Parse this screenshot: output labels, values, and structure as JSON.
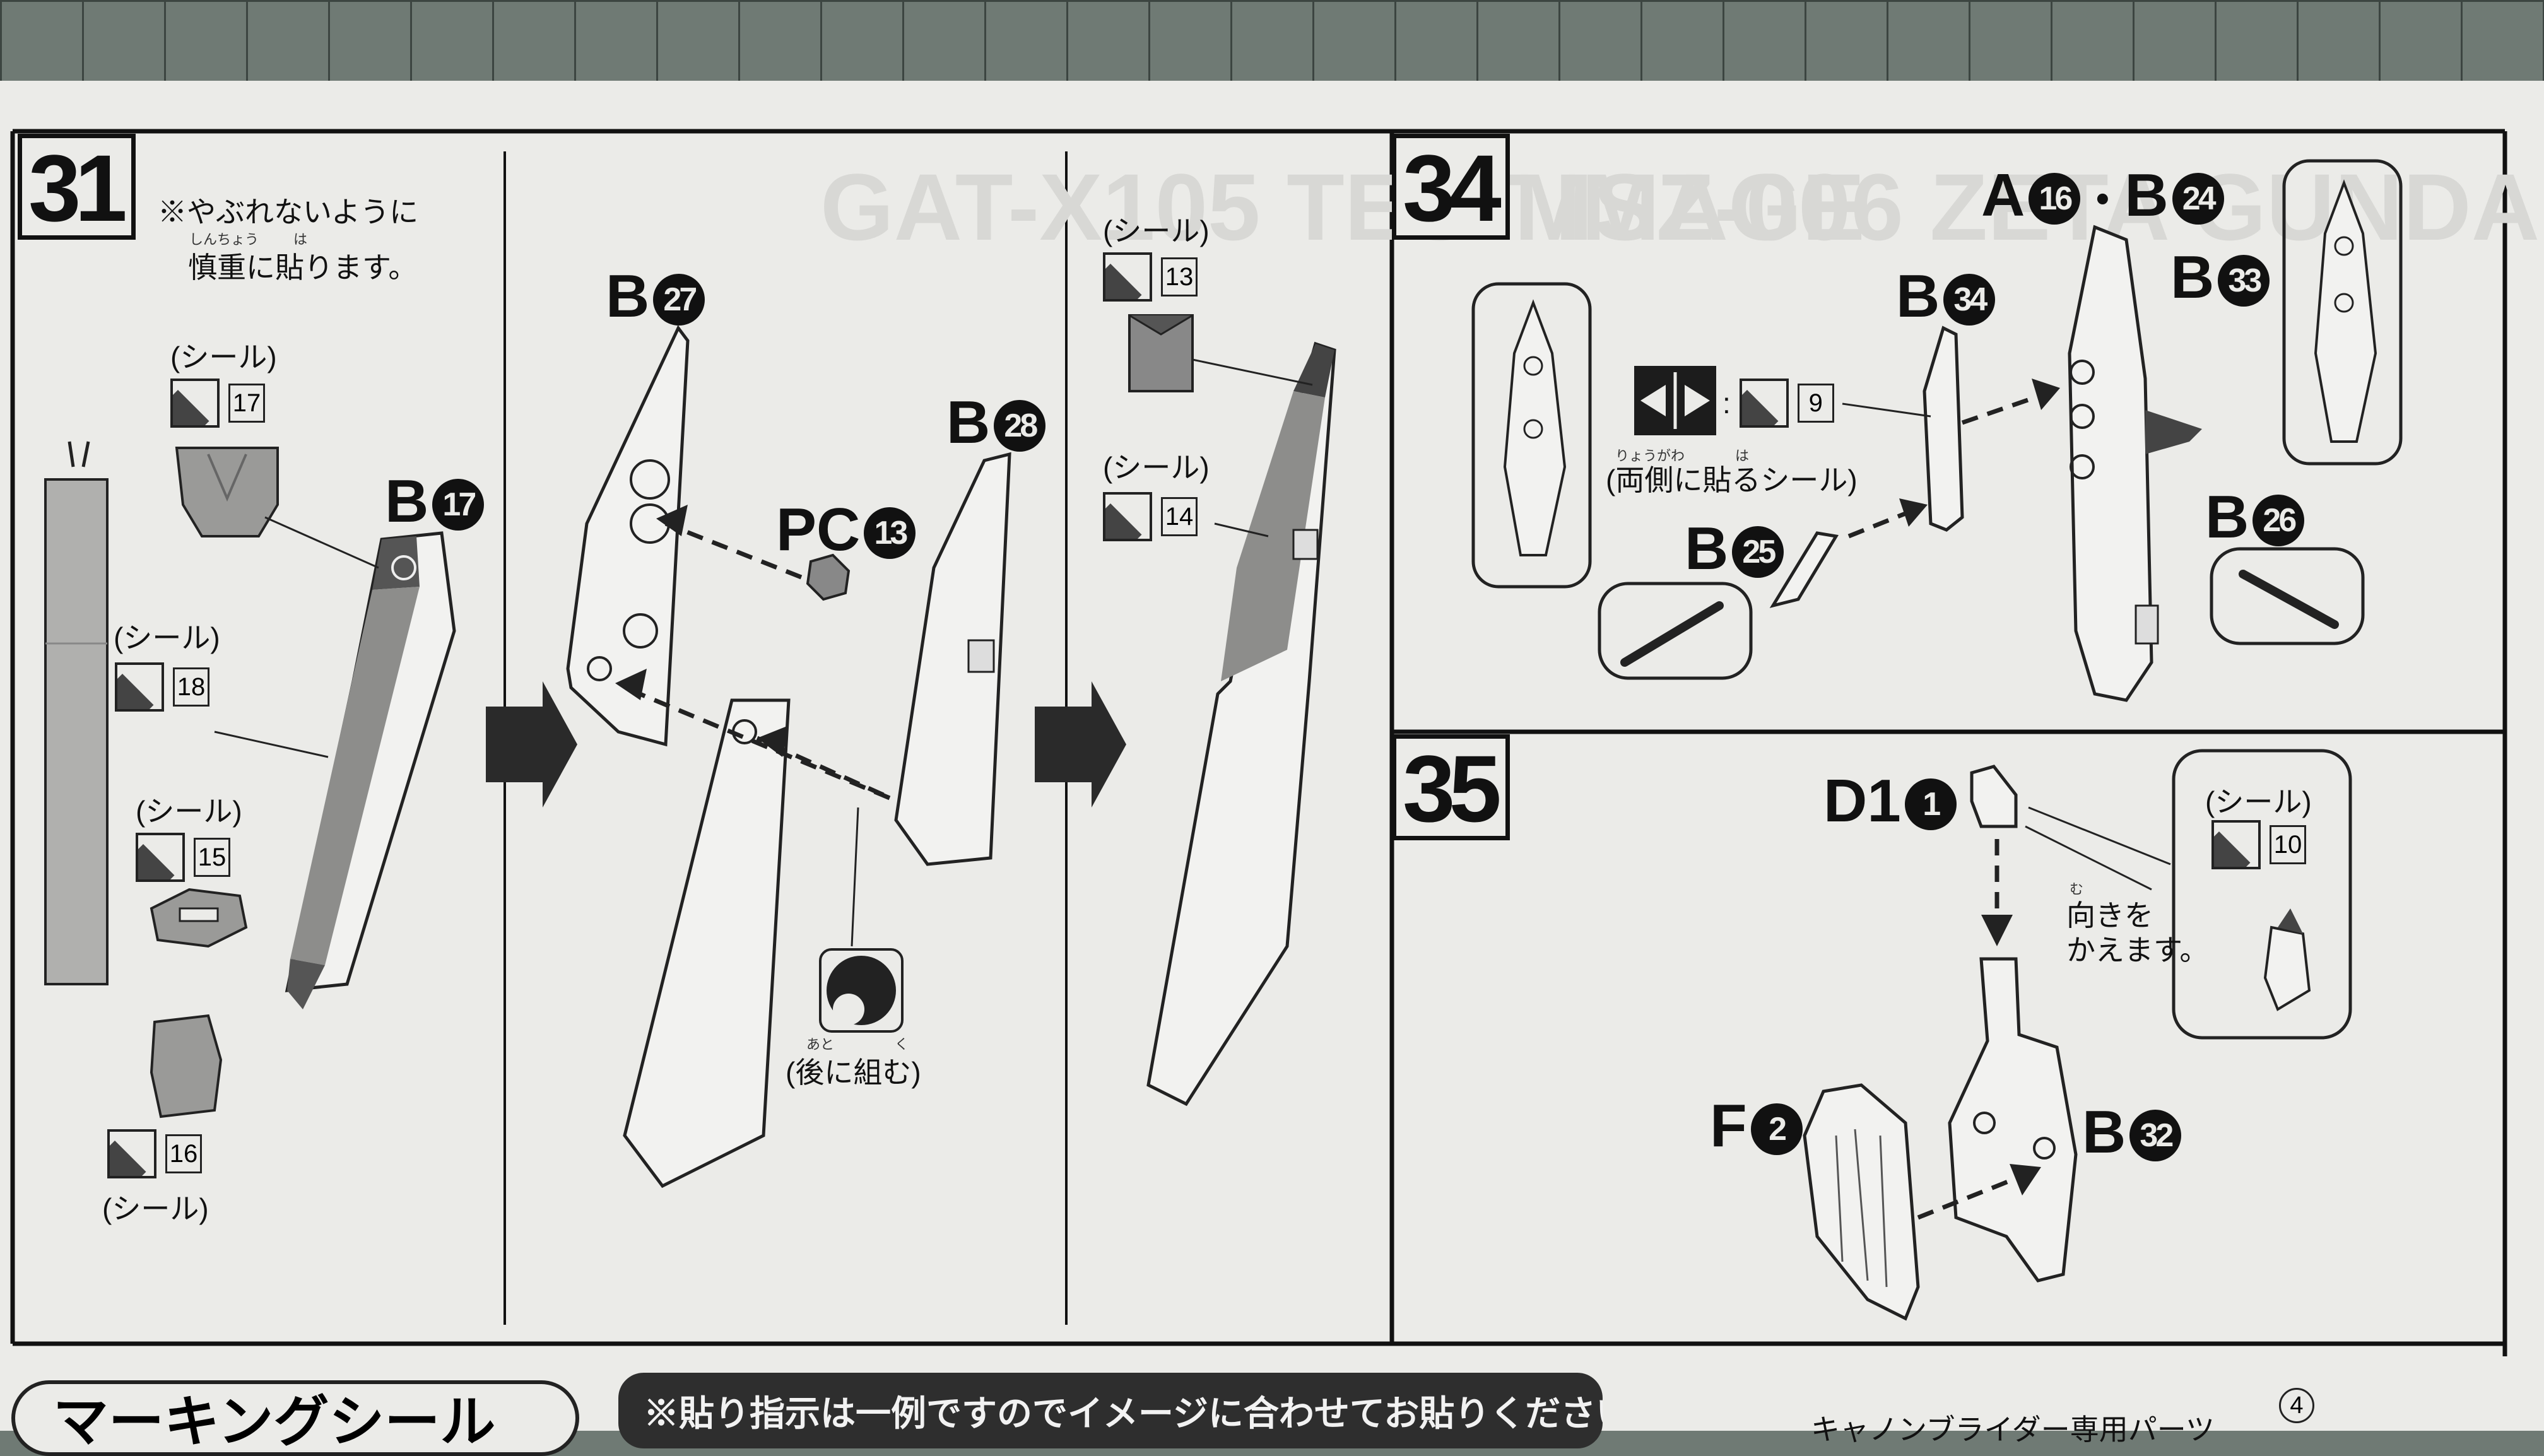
{
  "steps": {
    "s31": "31",
    "s34": "34",
    "s35": "35"
  },
  "step31": {
    "note_line1": "※やぶれないように",
    "note_line2": "慎重に貼ります。",
    "note_ruby_shincho": "しんちょう",
    "note_ruby_ha": "は",
    "seal": "(シール)",
    "decal_17": "17",
    "decal_18": "18",
    "decal_15": "15",
    "decal_16": "16",
    "part_b": "B",
    "part_b_no": "17"
  },
  "step32": {
    "b27": "B",
    "b27_no": "27",
    "pc13": "PC",
    "pc13_no": "13",
    "b28": "B",
    "b28_no": "28",
    "later": "(後に組む)",
    "later_ruby_ato": "あと",
    "later_ruby_ku": "く"
  },
  "step33": {
    "seal": "(シール)",
    "decal_13": "13",
    "decal_14": "14"
  },
  "step34": {
    "a16": "A",
    "a16_no": "16",
    "dot": "・",
    "b24": "B",
    "b24_no": "24",
    "b34": "B",
    "b34_no": "34",
    "b33": "B",
    "b33_no": "33",
    "b25": "B",
    "b25_no": "25",
    "b26": "B",
    "b26_no": "26",
    "decal_9": "9",
    "both_sides": "(両側に貼るシール)",
    "both_ruby_ryougawa": "りょうがわ",
    "both_ruby_ha": "は"
  },
  "step35": {
    "d1": "D1",
    "d1_no": "1",
    "f2": "F",
    "f2_no": "2",
    "b32": "B",
    "b32_no": "32",
    "seal": "(シール)",
    "decal_10": "10",
    "turn_line1": "向きを",
    "turn_line2": "かえます。",
    "turn_ruby_mu": "む"
  },
  "footer": {
    "note": "※貼り指示は一例ですのでイメージに合わせてお貼りください。",
    "left_title": "マーキングシール",
    "right_text": "キャノンブライダー専用パーツ",
    "page_number": "4"
  }
}
